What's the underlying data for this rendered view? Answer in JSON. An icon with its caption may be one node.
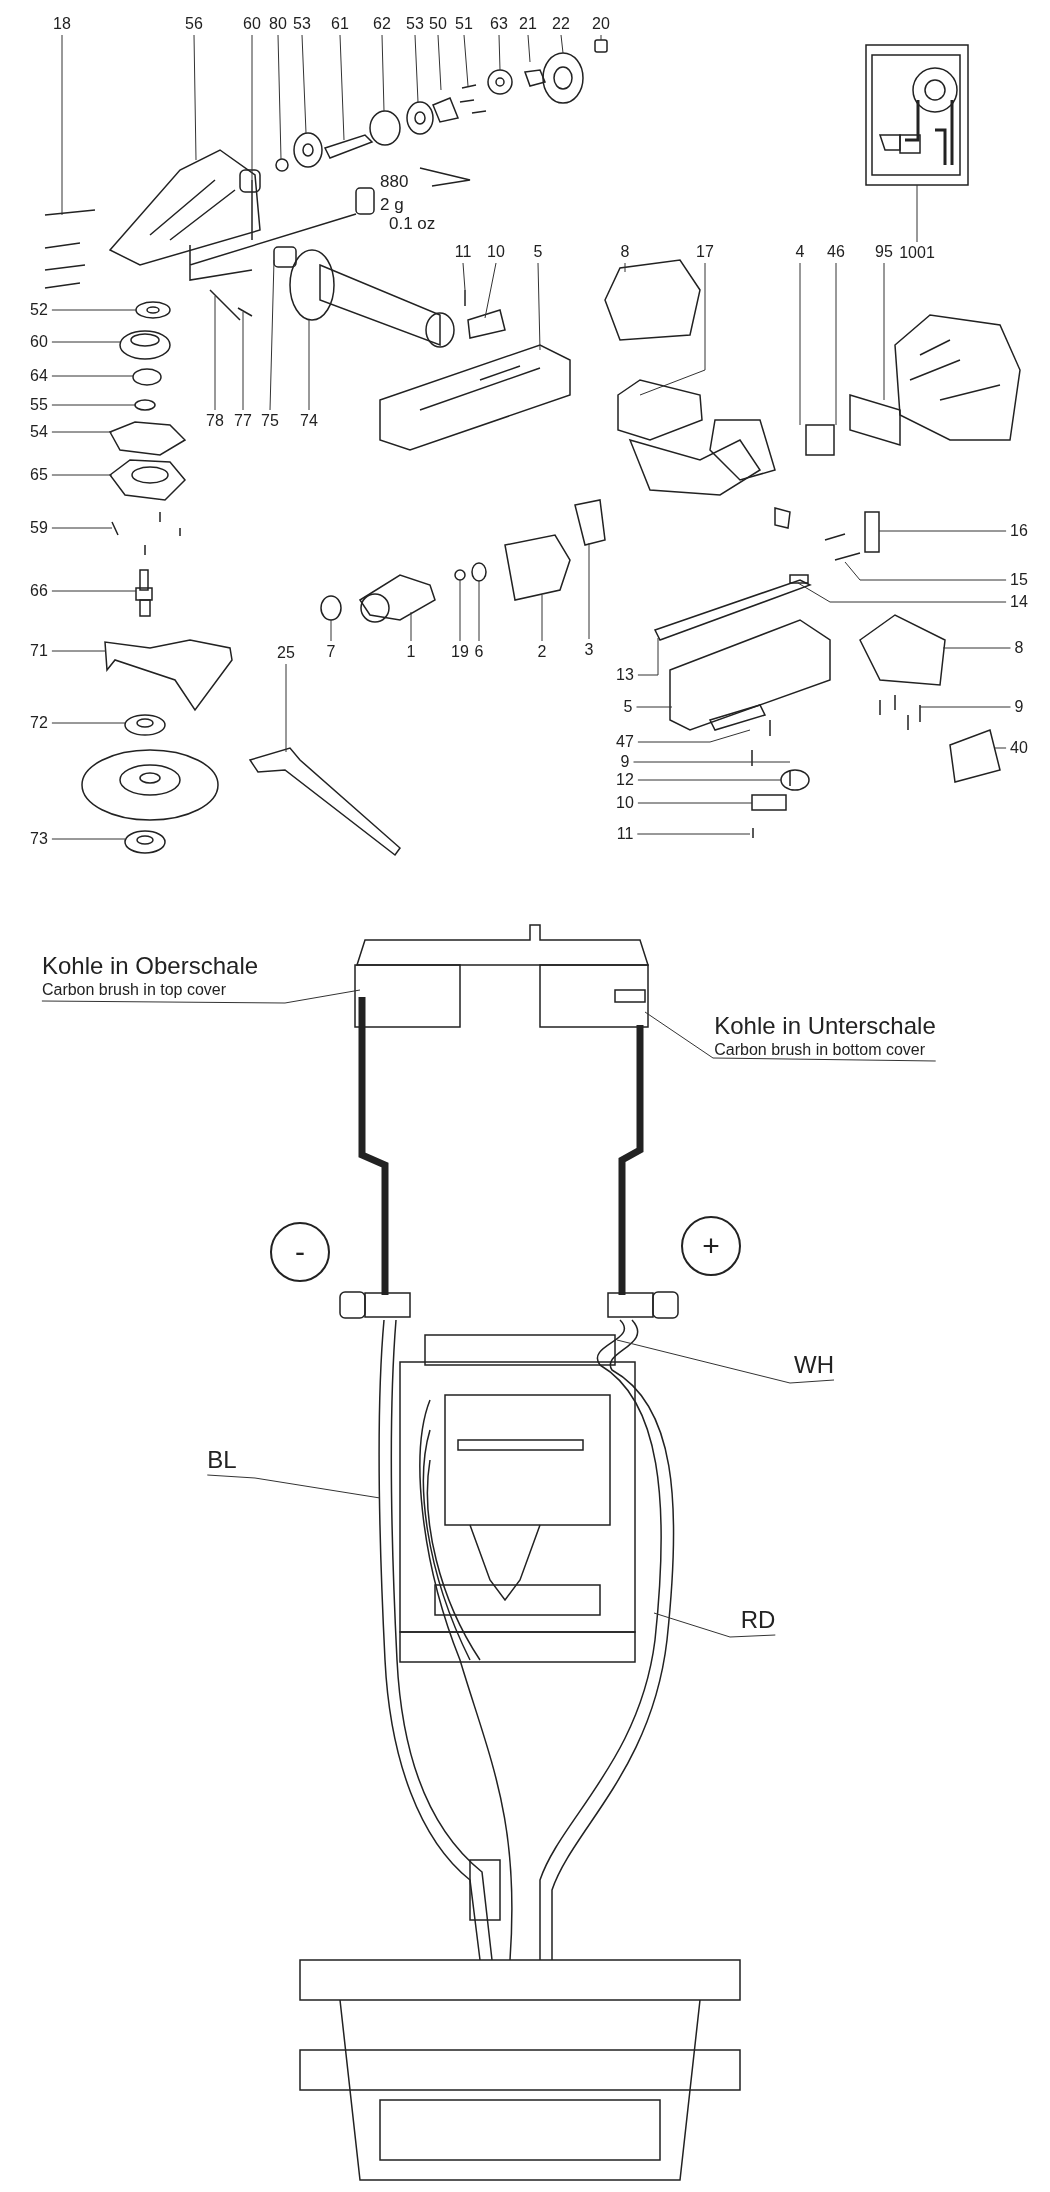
{
  "diagram": {
    "nodes": [
      {
        "text": [
          "18"
        ]
      },
      {
        "text": [
          "56"
        ]
      },
      {
        "text": [
          "60"
        ]
      },
      {
        "text": [
          "80"
        ]
      },
      {
        "text": [
          "53"
        ]
      },
      {
        "text": [
          "61"
        ]
      },
      {
        "text": [
          "62"
        ]
      },
      {
        "text": [
          "53"
        ]
      },
      {
        "text": [
          "50"
        ]
      },
      {
        "text": [
          "51"
        ]
      },
      {
        "text": [
          "63"
        ]
      },
      {
        "text": [
          "21"
        ]
      },
      {
        "text": [
          "22"
        ]
      },
      {
        "text": [
          "20"
        ]
      },
      {
        "text": [
          "1001"
        ]
      },
      {
        "text": [
          "11"
        ]
      },
      {
        "text": [
          "10"
        ]
      },
      {
        "text": [
          "5"
        ]
      },
      {
        "text": [
          "8"
        ]
      },
      {
        "text": [
          "17"
        ]
      },
      {
        "text": [
          "4"
        ]
      },
      {
        "text": [
          "46"
        ]
      },
      {
        "text": [
          "95"
        ]
      },
      {
        "text": [
          "52"
        ]
      },
      {
        "text": [
          "60"
        ]
      },
      {
        "text": [
          "64"
        ]
      },
      {
        "text": [
          "55"
        ]
      },
      {
        "text": [
          "54"
        ]
      },
      {
        "text": [
          "65"
        ]
      },
      {
        "text": [
          "59"
        ]
      },
      {
        "text": [
          "66"
        ]
      },
      {
        "text": [
          "71"
        ]
      },
      {
        "text": [
          "72"
        ]
      },
      {
        "text": [
          "73"
        ]
      },
      {
        "text": [
          "78"
        ]
      },
      {
        "text": [
          "77"
        ]
      },
      {
        "text": [
          "75"
        ]
      },
      {
        "text": [
          "74"
        ]
      },
      {
        "text": [
          "25"
        ]
      },
      {
        "text": [
          "7"
        ]
      },
      {
        "text": [
          "1"
        ]
      },
      {
        "text": [
          "19"
        ]
      },
      {
        "text": [
          "6"
        ]
      },
      {
        "text": [
          "2"
        ]
      },
      {
        "text": [
          "3"
        ]
      },
      {
        "text": [
          "16"
        ]
      },
      {
        "text": [
          "15"
        ]
      },
      {
        "text": [
          "14"
        ]
      },
      {
        "text": [
          "13"
        ]
      },
      {
        "text": [
          "8"
        ]
      },
      {
        "text": [
          "9"
        ]
      },
      {
        "text": [
          "40"
        ]
      },
      {
        "text": [
          "5"
        ]
      },
      {
        "text": [
          "47"
        ]
      },
      {
        "text": [
          "9"
        ]
      },
      {
        "text": [
          "12"
        ]
      },
      {
        "text": [
          "10"
        ]
      },
      {
        "text": [
          "11"
        ]
      },
      {
        "text": [
          "Kohle in Oberschale",
          "Carbon brush in top cover"
        ]
      },
      {
        "text": [
          "Kohle in Unterschale",
          "Carbon brush in bottom cover"
        ]
      },
      {
        "text": [
          "-"
        ]
      },
      {
        "text": [
          "+"
        ]
      },
      {
        "text": [
          "WH"
        ]
      },
      {
        "text": [
          "BL"
        ]
      },
      {
        "text": [
          "RD"
        ]
      }
    ],
    "edges": [
      {
        "from": 0,
        "to": null,
        "arrow": "none"
      },
      {
        "from": 1,
        "to": null,
        "arrow": "none"
      },
      {
        "from": 2,
        "to": null,
        "arrow": "none"
      },
      {
        "from": 3,
        "to": null,
        "arrow": "none"
      },
      {
        "from": 4,
        "to": null,
        "arrow": "none"
      },
      {
        "from": 5,
        "to": null,
        "arrow": "none"
      },
      {
        "from": 6,
        "to": null,
        "arrow": "none"
      },
      {
        "from": 7,
        "to": null,
        "arrow": "none"
      },
      {
        "from": 8,
        "to": null,
        "arrow": "none"
      },
      {
        "from": 9,
        "to": null,
        "arrow": "none"
      },
      {
        "from": 10,
        "to": null,
        "arrow": "none"
      },
      {
        "from": 11,
        "to": null,
        "arrow": "none"
      },
      {
        "from": 12,
        "to": null,
        "arrow": "none"
      },
      {
        "from": 13,
        "to": null,
        "arrow": "none"
      },
      {
        "from": 14,
        "to": null,
        "arrow": "none"
      },
      {
        "from": 15,
        "to": null,
        "arrow": "none"
      },
      {
        "from": 16,
        "to": null,
        "arrow": "none"
      },
      {
        "from": 17,
        "to": null,
        "arrow": "none"
      },
      {
        "from": 18,
        "to": null,
        "arrow": "none"
      },
      {
        "from": 19,
        "to": null,
        "arrow": "none"
      },
      {
        "from": 20,
        "to": null,
        "arrow": "none"
      },
      {
        "from": 21,
        "to": null,
        "arrow": "none"
      },
      {
        "from": 22,
        "to": null,
        "arrow": "none"
      },
      {
        "from": 23,
        "to": null,
        "arrow": "none"
      },
      {
        "from": 24,
        "to": null,
        "arrow": "none"
      },
      {
        "from": 25,
        "to": null,
        "arrow": "none"
      },
      {
        "from": 26,
        "to": null,
        "arrow": "none"
      },
      {
        "from": 27,
        "to": null,
        "arrow": "none"
      },
      {
        "from": 28,
        "to": null,
        "arrow": "none"
      },
      {
        "from": 29,
        "to": null,
        "arrow": "none"
      },
      {
        "from": 30,
        "to": null,
        "arrow": "none"
      },
      {
        "from": 31,
        "to": null,
        "arrow": "none"
      },
      {
        "from": 32,
        "to": null,
        "arrow": "none"
      },
      {
        "from": 33,
        "to": null,
        "arrow": "none"
      },
      {
        "from": 34,
        "to": null,
        "arrow": "none"
      },
      {
        "from": 35,
        "to": null,
        "arrow": "none"
      },
      {
        "from": 36,
        "to": null,
        "arrow": "none"
      },
      {
        "from": 37,
        "to": null,
        "arrow": "none"
      },
      {
        "from": 38,
        "to": null,
        "arrow": "none"
      },
      {
        "from": 39,
        "to": null,
        "arrow": "none"
      },
      {
        "from": 40,
        "to": null,
        "arrow": "none"
      },
      {
        "from": 41,
        "to": null,
        "arrow": "none"
      },
      {
        "from": 42,
        "to": null,
        "arrow": "none"
      },
      {
        "from": 43,
        "to": null,
        "arrow": "none"
      },
      {
        "from": 44,
        "to": null,
        "arrow": "none"
      },
      {
        "from": 45,
        "to": null,
        "arrow": "none"
      },
      {
        "from": 46,
        "to": null,
        "arrow": "none"
      },
      {
        "from": 47,
        "to": null,
        "arrow": "none"
      },
      {
        "from": 48,
        "to": null,
        "arrow": "none"
      },
      {
        "from": 49,
        "to": null,
        "arrow": "none"
      },
      {
        "from": 50,
        "to": null,
        "arrow": "none"
      },
      {
        "from": 51,
        "to": null,
        "arrow": "none"
      },
      {
        "from": 52,
        "to": null,
        "arrow": "none"
      },
      {
        "from": 53,
        "to": null,
        "arrow": "none"
      },
      {
        "from": 54,
        "to": null,
        "arrow": "none"
      },
      {
        "from": 55,
        "to": null,
        "arrow": "none"
      },
      {
        "from": 56,
        "to": null,
        "arrow": "none"
      },
      {
        "from": 57,
        "to": null,
        "arrow": "none"
      },
      {
        "from": 58,
        "to": null,
        "arrow": "none"
      },
      {
        "from": 59,
        "to": null,
        "arrow": "none"
      },
      {
        "from": 62,
        "to": null,
        "arrow": "none"
      },
      {
        "from": 63,
        "to": null,
        "arrow": "none"
      },
      {
        "from": 64,
        "to": null,
        "arrow": "none"
      }
    ],
    "labels": [
      "880",
      "2 g",
      "0.1 oz"
    ]
  }
}
